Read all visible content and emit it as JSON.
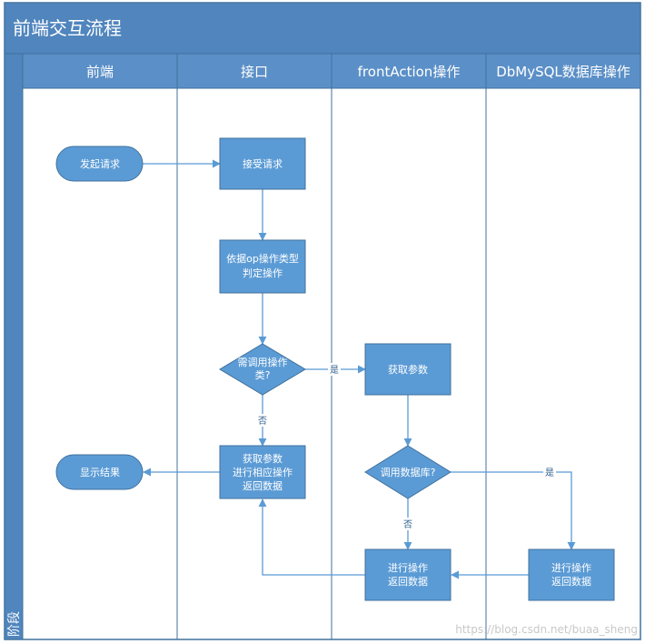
{
  "title": "前端交互流程",
  "phase_label": "阶段",
  "watermark": "https://blog.csdn.net/buaa_sheng",
  "colors": {
    "header": "#5085bd",
    "lane_header": "#5b8fc7",
    "node_fill": "#5b9bd5",
    "node_stroke": "#41719c",
    "edge": "#5b9bd5",
    "border": "#41719c"
  },
  "lanes": [
    {
      "id": "frontend",
      "label": "前端"
    },
    {
      "id": "interface",
      "label": "接口"
    },
    {
      "id": "frontaction",
      "label": "frontAction操作"
    },
    {
      "id": "dbmysql",
      "label": "DbMySQL数据库操作"
    }
  ],
  "nodes": {
    "start": {
      "lines": [
        "发起请求"
      ]
    },
    "receive": {
      "lines": [
        "接受请求"
      ]
    },
    "judge": {
      "lines": [
        "依据op操作类型",
        "判定操作"
      ]
    },
    "need_call": {
      "lines": [
        "需调用操作",
        "类?"
      ]
    },
    "get_params": {
      "lines": [
        "获取参数"
      ]
    },
    "interface_do": {
      "lines": [
        "获取参数",
        "进行相应操作",
        "返回数据"
      ]
    },
    "show_result": {
      "lines": [
        "显示结果"
      ]
    },
    "call_db": {
      "lines": [
        "调用数据库?"
      ]
    },
    "action_do": {
      "lines": [
        "进行操作",
        "返回数据"
      ]
    },
    "db_do": {
      "lines": [
        "进行操作",
        "返回数据"
      ]
    }
  },
  "edge_labels": {
    "yes1": "是",
    "no1": "否",
    "yes2": "是",
    "no2": "否"
  }
}
